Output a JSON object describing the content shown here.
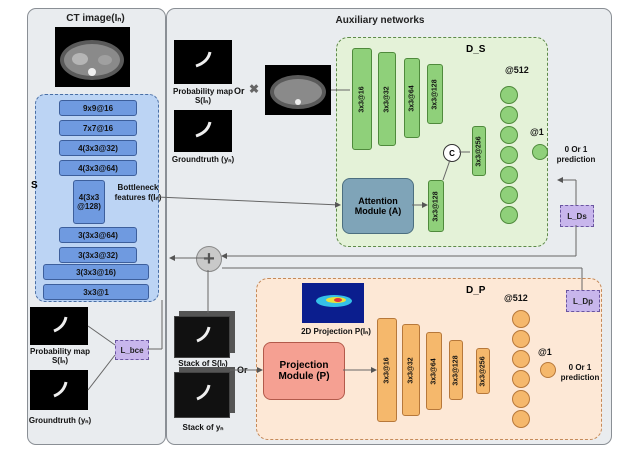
{
  "left_panel": {
    "ct_title": "CT image(Iₙ)",
    "encoder_label": "S",
    "encoder_layers": [
      "9x9@16",
      "7x7@16",
      "4(3x3@32)",
      "4(3x3@64)",
      "4(3x3\n@128)",
      "3(3x3@64)",
      "3(3x3@32)",
      "3(3x3@16)",
      "3x3@1"
    ],
    "bottleneck": "Bottleneck features f(Iₙ)",
    "prob_map": "Probability map S(Iₙ)",
    "groundtruth": "Groundtruth (yₙ)",
    "loss_bce": "L_bce"
  },
  "right_panel": {
    "title": "Auxiliary networks",
    "prob_map": "Probability map S(Iₙ)",
    "or": "Or",
    "groundtruth": "Groundtruth (yₙ)",
    "ds_title": "D_S",
    "ds_layers": [
      "3x3@16",
      "3x3@32",
      "3x3@64",
      "3x3@128",
      "3x3@256"
    ],
    "attention_label": "Attention Module (A)",
    "attention_layer": "3x3@128",
    "concat": "C",
    "out512": "@512",
    "out1": "@1",
    "prediction": "0 Or 1 prediction",
    "loss_ds": "L_Ds",
    "dp_title": "D_P",
    "dp_layers": [
      "3x3@16",
      "3x3@32",
      "3x3@64",
      "3x3@128",
      "3x3@256"
    ],
    "projection_label": "Projection Module (P)",
    "proj_2d": "2D Projection P(Iₙ)",
    "stack_s": "Stack of S(Iₙ)",
    "stack_y": "Stack of yₙ",
    "loss_dp": "L_Dp"
  }
}
